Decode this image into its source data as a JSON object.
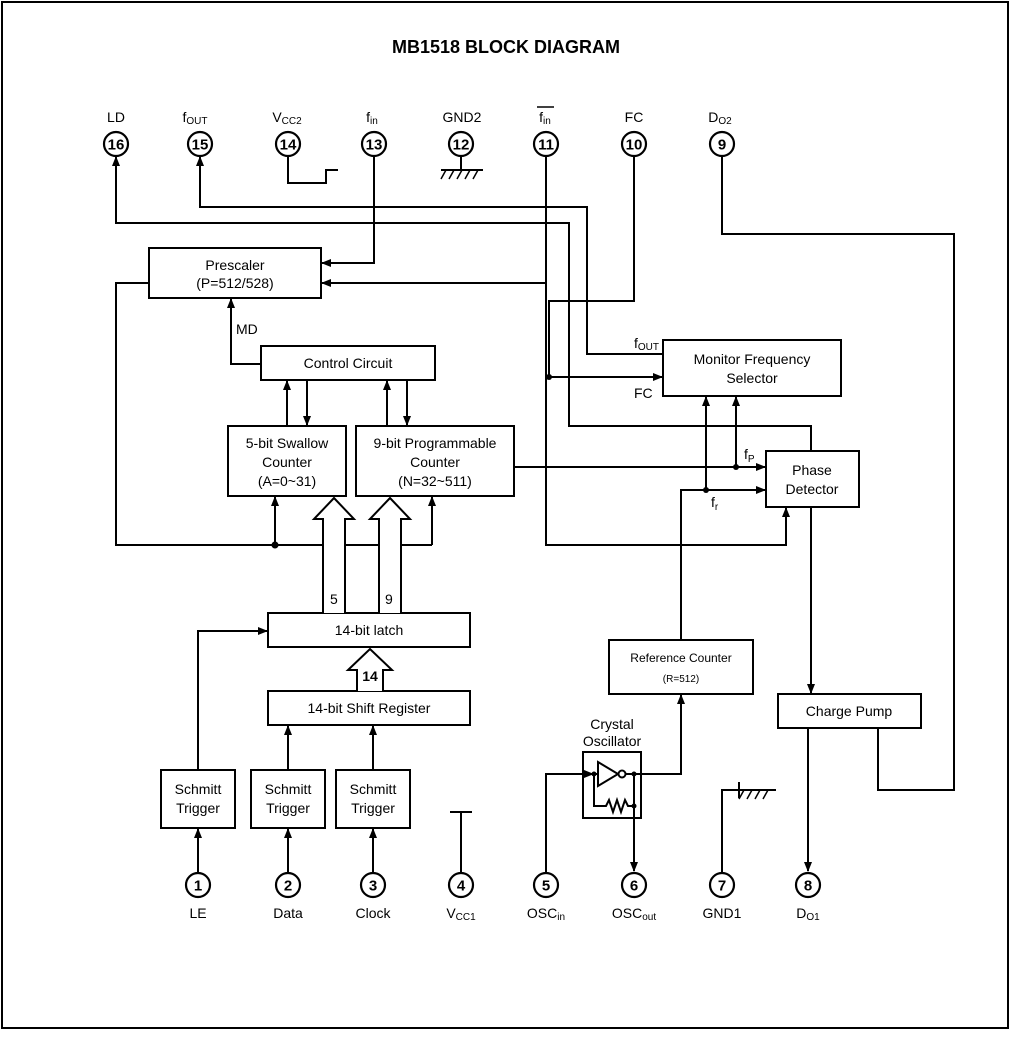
{
  "diagram": {
    "title": "MB1518 BLOCK DIAGRAM",
    "pins_top": [
      {
        "num": "16",
        "label": "LD"
      },
      {
        "num": "15",
        "label": "f",
        "sub": "OUT"
      },
      {
        "num": "14",
        "label": "V",
        "sub": "CC2"
      },
      {
        "num": "13",
        "label": "f",
        "sub": "in"
      },
      {
        "num": "12",
        "label": "GND2"
      },
      {
        "num": "11",
        "label": "f",
        "sub": "in",
        "overline": true
      },
      {
        "num": "10",
        "label": "FC"
      },
      {
        "num": "9",
        "label": "D",
        "sub": "O2"
      }
    ],
    "pins_bottom": [
      {
        "num": "1",
        "label": "LE"
      },
      {
        "num": "2",
        "label": "Data"
      },
      {
        "num": "3",
        "label": "Clock"
      },
      {
        "num": "4",
        "label": "V",
        "sub": "CC1"
      },
      {
        "num": "5",
        "label": "OSC",
        "sub": "in"
      },
      {
        "num": "6",
        "label": "OSC",
        "sub": "out"
      },
      {
        "num": "7",
        "label": "GND1"
      },
      {
        "num": "8",
        "label": "D",
        "sub": "O1"
      }
    ],
    "blocks": {
      "prescaler": [
        "Prescaler",
        "(P=512/528)"
      ],
      "control": [
        "Control Circuit"
      ],
      "swallow": [
        "5-bit Swallow",
        "Counter",
        "(A=0~31)"
      ],
      "programmable": [
        "9-bit Programmable",
        "Counter",
        "(N=32~511)"
      ],
      "latch": [
        "14-bit latch"
      ],
      "shift": [
        "14-bit Shift Register"
      ],
      "schmitt": [
        "Schmitt",
        "Trigger"
      ],
      "monitor": [
        "Monitor Frequency",
        "Selector"
      ],
      "phase": [
        "Phase",
        "Detector"
      ],
      "refcounter": [
        "Reference Counter",
        "(R=512)"
      ],
      "crystal": [
        "Crystal",
        "Oscillator"
      ],
      "chargepump": [
        "Charge Pump"
      ]
    },
    "signals": {
      "md": "MD",
      "fout_main": "f",
      "fout_sub": "OUT",
      "fc": "FC",
      "fp_main": "f",
      "fp_sub": "P",
      "fr_main": "f",
      "fr_sub": "r",
      "bus_swallow": "5",
      "bus_prog": "9",
      "bus_latch": "14"
    }
  }
}
